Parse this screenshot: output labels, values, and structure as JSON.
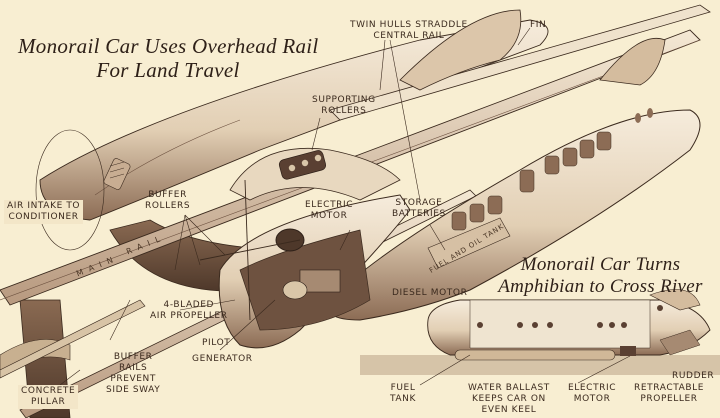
{
  "titles": {
    "land": {
      "line1": "Monorail Car Uses Overhead Rail",
      "line2": "For Land Travel"
    },
    "river": {
      "line1": "Monorail Car Turns",
      "line2": "Amphibian to Cross River"
    }
  },
  "rail_inscription": {
    "word1": "MAIN",
    "word2": "RAIL"
  },
  "tank_inscription": "FUEL AND OIL TANK",
  "labels": {
    "twin_hulls": {
      "line1": "TWIN HULLS STRADDLE",
      "line2": "CENTRAL RAIL"
    },
    "fin": {
      "line1": "FIN"
    },
    "supporting_rollers": {
      "line1": "SUPPORTING",
      "line2": "ROLLERS"
    },
    "buffer_rollers": {
      "line1": "BUFFER",
      "line2": "ROLLERS"
    },
    "air_intake": {
      "line1": "AIR INTAKE TO",
      "line2": "CONDITIONER"
    },
    "electric_motor_main": {
      "line1": "ELECTRIC",
      "line2": "MOTOR"
    },
    "storage_batteries": {
      "line1": "STORAGE",
      "line2": "BATTERIES"
    },
    "diesel_motor": {
      "line1": "DIESEL MOTOR"
    },
    "air_propeller": {
      "line1": "4-BLADED",
      "line2": "AIR PROPELLER"
    },
    "pilot_generator": {
      "line1": "PILOT",
      "line2": "GENERATOR"
    },
    "buffer_rails": {
      "line1": "BUFFER",
      "line2": "RAILS",
      "line3": "PREVENT",
      "line4": "SIDE SWAY"
    },
    "concrete_pillar": {
      "line1": "CONCRETE",
      "line2": "PILLAR"
    },
    "fuel_tank": {
      "line1": "FUEL",
      "line2": "TANK"
    },
    "water_ballast": {
      "line1": "WATER BALLAST",
      "line2": "KEEPS CAR ON",
      "line3": "EVEN KEEL"
    },
    "electric_motor_river": {
      "line1": "ELECTRIC",
      "line2": "MOTOR"
    },
    "retractable_propeller": {
      "line1": "RETRACTABLE",
      "line2": "PROPELLER"
    },
    "rudder": {
      "line1": "RUDDER"
    }
  },
  "colors": {
    "paper": "#f8eed2",
    "ink": "#3b2a1e",
    "sepia_dark": "#6e5240",
    "sepia_mid": "#a68a72",
    "sepia_light": "#e6d6bc",
    "hull_highlight": "#f6ecdc"
  }
}
